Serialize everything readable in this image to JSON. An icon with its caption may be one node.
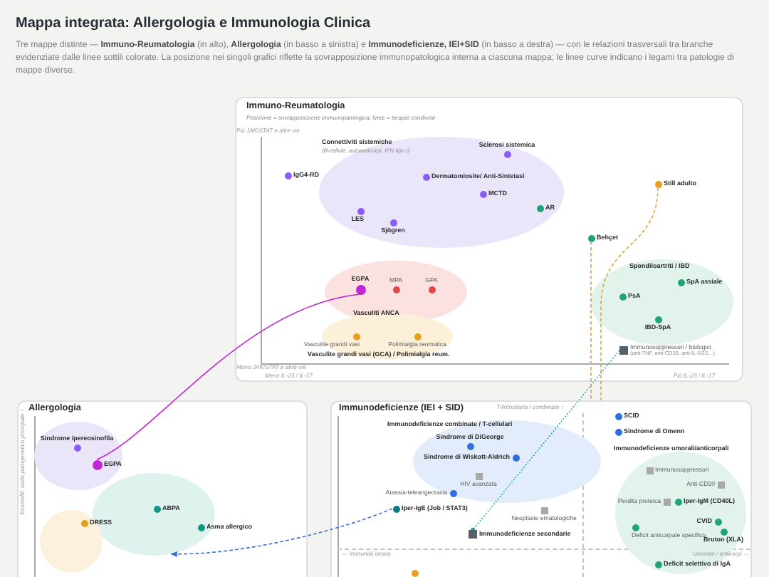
{
  "diagram": {
    "title": "Mappa integrata: Allergologia e Immunologia Clinica",
    "caption": "Tre mappe distinte — **Immuno-Reumatologia** (in alto), **Allergologia** (in basso a sinistra) e **Immunodeficienze, IEI+SID** (in basso a destra) — con le relazioni trasversali tra branche evidenziate dalle linee sottili colorate. La posizione nei singoli grafici riflette la sovrapposizione immunopatologica interna a ciascuna mappa; le linee curve indicano i legami tra patologie di mappe diverse.",
    "nodes": [
      {
        "text": [
          "Immuno-Reumatologia",
          "Posizione = sovrapposizione immunopatologica; linee = terapie condivise"
        ]
      },
      {
        "text": [
          "Connettiviti sistemiche",
          "(B-cellule, autoanticorpi, IFN tipo I)"
        ],
        "in": 0
      },
      {
        "text": [
          "Sclerosi sistemica"
        ],
        "in": 1
      },
      {
        "text": [
          "IgG4-RD"
        ],
        "in": 0
      },
      {
        "text": [
          "Dermatomiosite/ Anti-Sintetasi"
        ],
        "in": 1
      },
      {
        "text": [
          "MCTD"
        ],
        "in": 1
      },
      {
        "text": [
          "AR"
        ],
        "in": 1
      },
      {
        "text": [
          "LES"
        ],
        "in": 1
      },
      {
        "text": [
          "Sjögren"
        ],
        "in": 1
      },
      {
        "text": [
          "Still adulto"
        ],
        "in": 0
      },
      {
        "text": [
          "Behçet"
        ],
        "in": 0
      },
      {
        "text": [
          "Spondiloartriti / IBD"
        ],
        "in": 0
      },
      {
        "text": [
          "SpA assiale"
        ],
        "in": 11
      },
      {
        "text": [
          "PsA"
        ],
        "in": 11
      },
      {
        "text": [
          "IBD-SpA"
        ],
        "in": 11
      },
      {
        "text": [
          "Vasculiti ANCA"
        ],
        "in": 0
      },
      {
        "text": [
          "EGPA"
        ],
        "in": 15
      },
      {
        "text": [
          "MPA"
        ],
        "in": 15
      },
      {
        "text": [
          "GPA"
        ],
        "in": 15
      },
      {
        "text": [
          "Vasculite grandi vasi (GCA) / Polimialgia reum."
        ],
        "in": 0
      },
      {
        "text": [
          "Vasculite grandi vasi"
        ],
        "in": 19
      },
      {
        "text": [
          "Polimialgia reumatica"
        ],
        "in": 19
      },
      {
        "text": [
          "Immunosoppressori / biologici",
          "(anti-TNF, anti-CD20, anti-IL-6/23…)"
        ],
        "in": 0
      },
      {
        "text": [
          "Allergologia"
        ]
      },
      {
        "text": [],
        "shape": "ellipse",
        "in": 23
      },
      {
        "text": [
          "Sindrome ipereosinofila"
        ],
        "in": 24
      },
      {
        "text": [
          "EGPA"
        ],
        "in": 24
      },
      {
        "text": [],
        "shape": "ellipse",
        "in": 23
      },
      {
        "text": [
          "ABPA"
        ],
        "in": 27
      },
      {
        "text": [
          "Asma allergico"
        ],
        "in": 27
      },
      {
        "text": [],
        "shape": "ellipse",
        "in": 23
      },
      {
        "text": [
          "DRESS"
        ],
        "in": 30
      },
      {
        "text": [
          "Immunodeficienze (IEI + SID)"
        ]
      },
      {
        "text": [
          "Immunodeficienze combinate / T-cellulari"
        ],
        "in": 32
      },
      {
        "text": [
          "SCID"
        ],
        "in": 32
      },
      {
        "text": [
          "Sindrome di Omenn"
        ],
        "in": 32
      },
      {
        "text": [
          "Sindrome di DiGeorge"
        ],
        "in": 33
      },
      {
        "text": [
          "HIV avanzata"
        ],
        "in": 33
      },
      {
        "text": [
          "Sindrome di Wiskott-Aldrich"
        ],
        "in": 33
      },
      {
        "text": [
          "Atassia-teleangectasia"
        ],
        "in": 33
      },
      {
        "text": [
          "Iper-IgE (Job / STAT3)"
        ],
        "in": 32
      },
      {
        "text": [
          "Neoplasie ematologiche"
        ],
        "in": 32
      },
      {
        "text": [
          "Immunodeficienze secondarie"
        ],
        "in": 32
      },
      {
        "text": [
          "Immunodeficienze umorali/anticorpali"
        ],
        "in": 32
      },
      {
        "text": [
          "Immunosoppressori"
        ],
        "in": 43
      },
      {
        "text": [
          "Anti-CD20"
        ],
        "in": 43
      },
      {
        "text": [
          "Perdita proteica"
        ],
        "in": 43
      },
      {
        "text": [
          "Iper-IgM (CD40L)"
        ],
        "in": 43
      },
      {
        "text": [
          "CVID"
        ],
        "in": 43
      },
      {
        "text": [
          "Deficit anticorpale specifico"
        ],
        "in": 43
      },
      {
        "text": [
          "Bruton (XLA)"
        ],
        "in": 43
      },
      {
        "text": [
          "Deficit selettivo di IgA"
        ],
        "in": 43
      },
      {
        "text": [],
        "shape": "circle",
        "in": 32
      }
    ],
    "edges": [
      {
        "from": 16,
        "to": 26,
        "arrow": "none",
        "color": "#c026d3"
      },
      {
        "from": 22,
        "to": 42,
        "arrow": "other",
        "style": "dashed",
        "color": "#16a3a0"
      },
      {
        "from": 10,
        "to": 32,
        "arrow": "none",
        "style": "dashed",
        "color": "#e2a43a"
      },
      {
        "from": 9,
        "to": 32,
        "arrow": "none",
        "style": "dashed",
        "color": "#e2a43a"
      },
      {
        "from": 40,
        "to": 27,
        "arrow": "to",
        "style": "dashed",
        "color": "#3b6fd8"
      }
    ],
    "labels": [
      "Più JAK/STAT e altre vie",
      "Meno JAK/STAT e altre vie",
      "Meno IL-23 / IL-17",
      "Più IL-23 / IL-17",
      "Eosinofili: ruolo patogenetico principale ↑",
      "T-linfocitaria / combinate ↑",
      "— Immunità innata",
      "Umorale / anticorpi →"
    ]
  }
}
